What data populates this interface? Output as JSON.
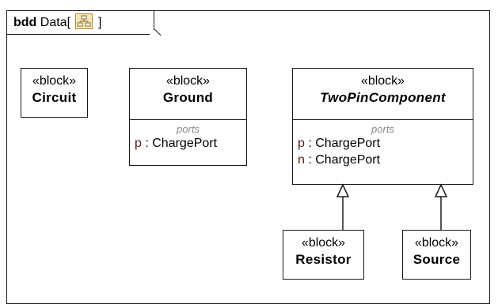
{
  "frame": {
    "kind": "bdd",
    "name": "Data",
    "open_bracket": "[",
    "close_bracket": "]",
    "icon": "class-diagram-icon"
  },
  "blocks": [
    {
      "stereotype": "«block»",
      "name": "Circuit"
    },
    {
      "stereotype": "«block»",
      "name": "Ground",
      "compartment": "ports",
      "ports": [
        {
          "name": "p",
          "sep": " : ",
          "type": "ChargePort"
        }
      ]
    },
    {
      "stereotype": "«block»",
      "name": "TwoPinComponent",
      "abstract": true,
      "compartment": "ports",
      "ports": [
        {
          "name": "p",
          "sep": " : ",
          "type": "ChargePort"
        },
        {
          "name": "n",
          "sep": " : ",
          "type": "ChargePort"
        }
      ]
    },
    {
      "stereotype": "«block»",
      "name": "Resistor"
    },
    {
      "stereotype": "«block»",
      "name": "Source"
    }
  ],
  "generalizations": [
    {
      "from": "Resistor",
      "to": "TwoPinComponent"
    },
    {
      "from": "Source",
      "to": "TwoPinComponent"
    }
  ]
}
